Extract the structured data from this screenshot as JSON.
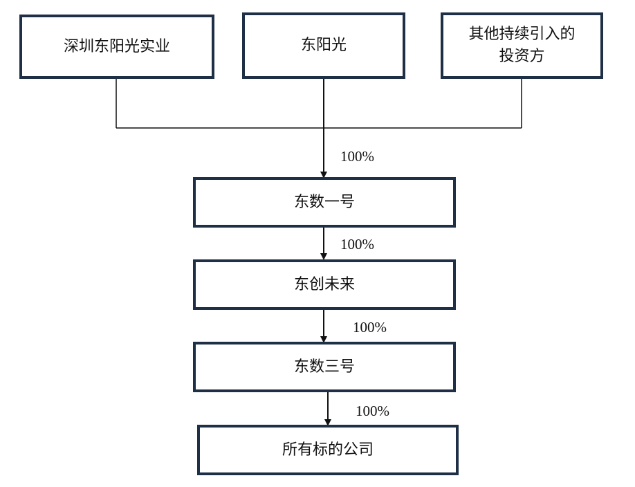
{
  "shareholders": [
    {
      "id": "shenzhen",
      "label": "深圳东阳光实业"
    },
    {
      "id": "dongyangguang",
      "label": "东阳光"
    },
    {
      "id": "others",
      "label": "其他持续引入的\n投资方"
    }
  ],
  "entities": [
    {
      "id": "dongshu1",
      "label": "东数一号"
    },
    {
      "id": "dongchuang",
      "label": "东创未来"
    },
    {
      "id": "dongshu3",
      "label": "东数三号"
    },
    {
      "id": "target",
      "label": "所有标的公司"
    }
  ],
  "ownership": [
    {
      "from": "shareholders",
      "to": "dongshu1",
      "label": "100%"
    },
    {
      "from": "dongshu1",
      "to": "dongchuang",
      "label": "100%"
    },
    {
      "from": "dongchuang",
      "to": "dongshu3",
      "label": "100%"
    },
    {
      "from": "dongshu3",
      "to": "target",
      "label": "100%"
    }
  ],
  "colors": {
    "box_border": "#1f2f46",
    "line": "#111111"
  }
}
